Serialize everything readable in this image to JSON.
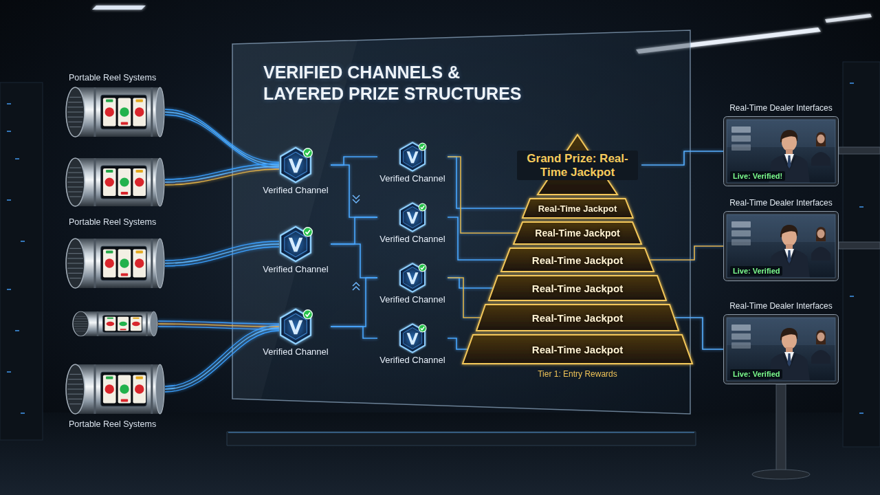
{
  "diagram": {
    "title": "VERIFIED CHANNELS & LAYERED PRIZE STRUCTURES",
    "nodes": [
      {
        "text": [
          "Verified Channel"
        ]
      },
      {
        "text": [
          "Verified Channel"
        ]
      },
      {
        "text": [
          "Verified Channel"
        ]
      },
      {
        "text": [
          "Verified Channel"
        ]
      },
      {
        "text": [
          "Verified Channel"
        ]
      },
      {
        "text": [
          "Verified Channel"
        ]
      },
      {
        "text": [
          "Verified Channel"
        ]
      },
      {
        "text": [
          "Grand Prize: Real-Time Jackpot"
        ]
      },
      {
        "text": [
          "Real-Time Jackpot"
        ]
      },
      {
        "text": [
          "Real-Time Jackpot"
        ]
      },
      {
        "text": [
          "Real-Time Jackpot"
        ]
      },
      {
        "text": [
          "Real-Time Jackpot"
        ]
      },
      {
        "text": [
          "Real-Time Jackpot"
        ]
      },
      {
        "text": [
          "Real-Time Jackpot"
        ]
      },
      {
        "text": [
          "Real-Time Dealer Interfaces",
          "Live: Verified!"
        ]
      },
      {
        "text": [
          "Real-Time Dealer Interfaces",
          "Live: Verified"
        ]
      },
      {
        "text": [
          "Real-Time Dealer Interfaces",
          "Live: Verified"
        ]
      }
    ],
    "edges": [
      {
        "from": 0,
        "to": 3,
        "arrow": "none"
      },
      {
        "from": 0,
        "to": 4,
        "arrow": "none"
      },
      {
        "from": 1,
        "to": 4,
        "arrow": "none"
      },
      {
        "from": 1,
        "to": 5,
        "arrow": "none"
      },
      {
        "from": 2,
        "to": 5,
        "arrow": "none"
      },
      {
        "from": 2,
        "to": 6,
        "arrow": "none"
      },
      {
        "from": 3,
        "to": 8,
        "arrow": "none"
      },
      {
        "from": 3,
        "to": 9,
        "arrow": "none"
      },
      {
        "from": 4,
        "to": 10,
        "arrow": "none"
      },
      {
        "from": 5,
        "to": 11,
        "arrow": "none"
      },
      {
        "from": 5,
        "to": 12,
        "arrow": "none"
      },
      {
        "from": 6,
        "to": 13,
        "arrow": "none"
      },
      {
        "from": 7,
        "to": 14,
        "arrow": "none"
      },
      {
        "from": 10,
        "to": 15,
        "arrow": "none"
      },
      {
        "from": 12,
        "to": 16,
        "arrow": "none"
      }
    ],
    "labels": [
      "Portable Reel Systems",
      "Portable Reel Systems",
      "Portable Reel Systems",
      "Tier 1: Entry Rewards"
    ]
  }
}
